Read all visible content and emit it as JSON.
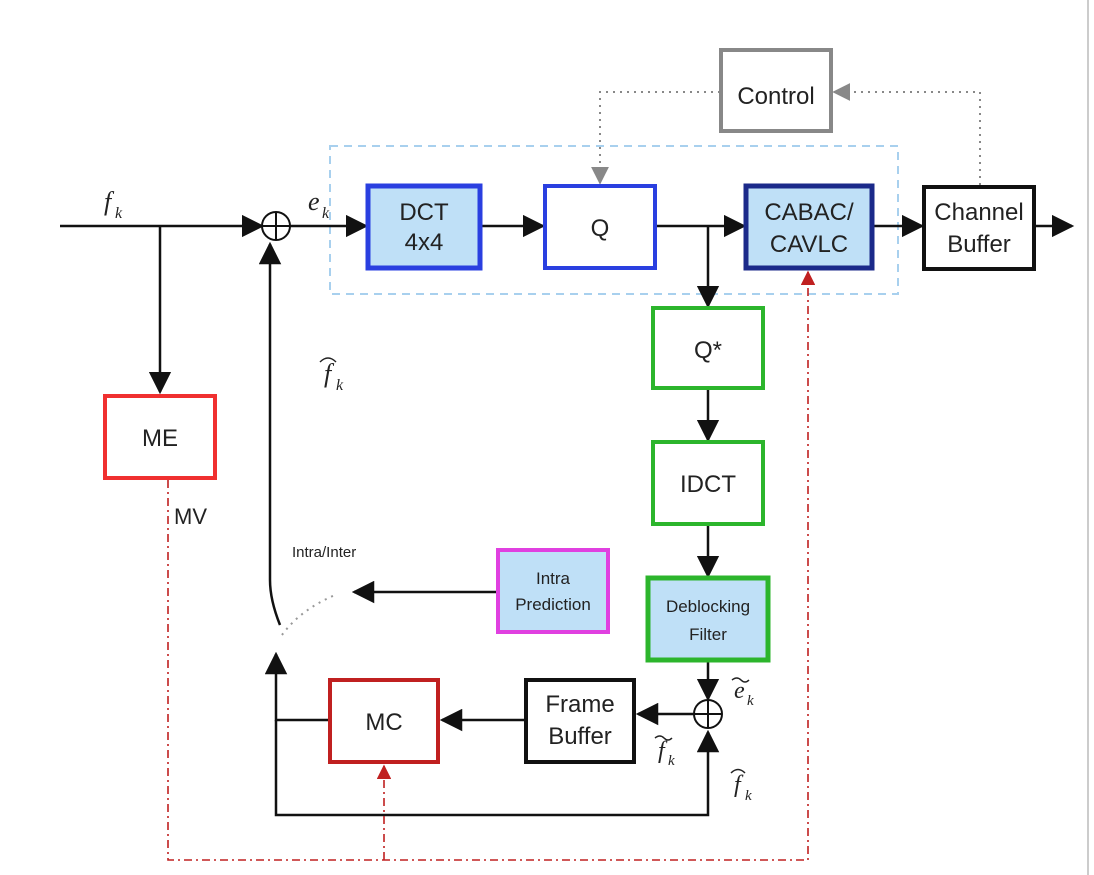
{
  "blocks": {
    "control": "Control",
    "dct_line1": "DCT",
    "dct_line2": "4x4",
    "q": "Q",
    "cabac_line1": "CABAC/",
    "cabac_line2": "CAVLC",
    "channel_line1": "Channel",
    "channel_line2": "Buffer",
    "me": "ME",
    "q_inv": "Q*",
    "idct": "IDCT",
    "deblock_line1": "Deblocking",
    "deblock_line2": "Filter",
    "intra_line1": "Intra",
    "intra_line2": "Prediction",
    "mc": "MC",
    "frame_line1": "Frame",
    "frame_line2": "Buffer"
  },
  "labels": {
    "fk": "f",
    "ek": "e",
    "fk_hat": "f",
    "mv": "MV",
    "intra_inter": "Intra/Inter",
    "ek_tilde": "e",
    "fk_tilde": "f",
    "fk_hat2": "f",
    "subscript_k": "k"
  },
  "colors": {
    "control": "#888888",
    "transform": "#2a3fe0",
    "entropy": "#1b2a8a",
    "black": "#111111",
    "me": "#f03030",
    "recon": "#2cb52c",
    "intra": "#e040e0",
    "mc": "#c02020",
    "fill_blue": "#bfe0f7",
    "dashed_box": "#a8d0ee",
    "mv_line": "#c02020"
  }
}
